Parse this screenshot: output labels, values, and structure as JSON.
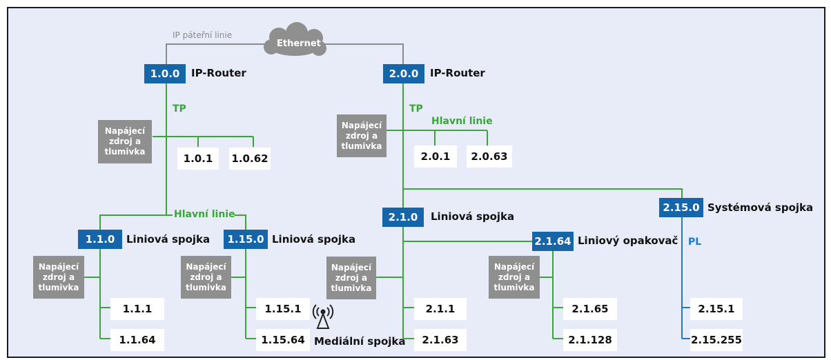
{
  "top": {
    "backbone_label": "IP páteřní linie",
    "cloud_label": "Ethernet"
  },
  "left_area": {
    "router_address": "1.0.0",
    "router_label": "IP-Router",
    "medium": "TP",
    "psu_label": "Napájecí zdroj a tlumivka",
    "leaves": [
      "1.0.1",
      "1.0.62"
    ],
    "main_line_label": "Hlavní linie",
    "couplers": [
      {
        "address": "1.1.0",
        "label": "Liniová spojka",
        "psu_label": "Napájecí zdroj a tlumivka",
        "leaves": [
          "1.1.1",
          "1.1.64"
        ]
      },
      {
        "address": "1.15.0",
        "label": "Liniová spojka",
        "psu_label": "Napájecí zdroj a tlumivka",
        "leaves": [
          "1.15.1",
          "1.15.64"
        ]
      }
    ],
    "media_coupler_label": "Mediální spojka",
    "media_icon": "wireless-antenna-icon"
  },
  "right_area": {
    "router_address": "2.0.0",
    "router_label": "IP-Router",
    "medium": "TP",
    "main_line_label": "Hlavní linie",
    "psu_label": "Napájecí zdroj a tlumivka",
    "leaves": [
      "2.0.1",
      "2.0.63"
    ],
    "line_coupler": {
      "address": "2.1.0",
      "label": "Liniová spojka",
      "psu_label": "Napájecí zdroj a tlumivka",
      "leaves": [
        "2.1.1",
        "2.1.63"
      ]
    },
    "repeater": {
      "address": "2.1.64",
      "label": "Liniový opakovač",
      "psu_label": "Napájecí zdroj a tlumivka",
      "leaves": [
        "2.1.65",
        "2.1.128"
      ]
    },
    "system_coupler": {
      "address": "2.15.0",
      "label": "Systémová spojka",
      "medium": "PL",
      "leaves": [
        "2.15.1",
        "2.15.255"
      ]
    }
  },
  "colors": {
    "background": "#e8ecf8",
    "node_blue": "#1565a8",
    "tp_green": "#3aa53a",
    "pl_blue": "#1f78c8",
    "backbone_grey": "#8a8a8a",
    "psu_grey": "#8f8f8f"
  }
}
